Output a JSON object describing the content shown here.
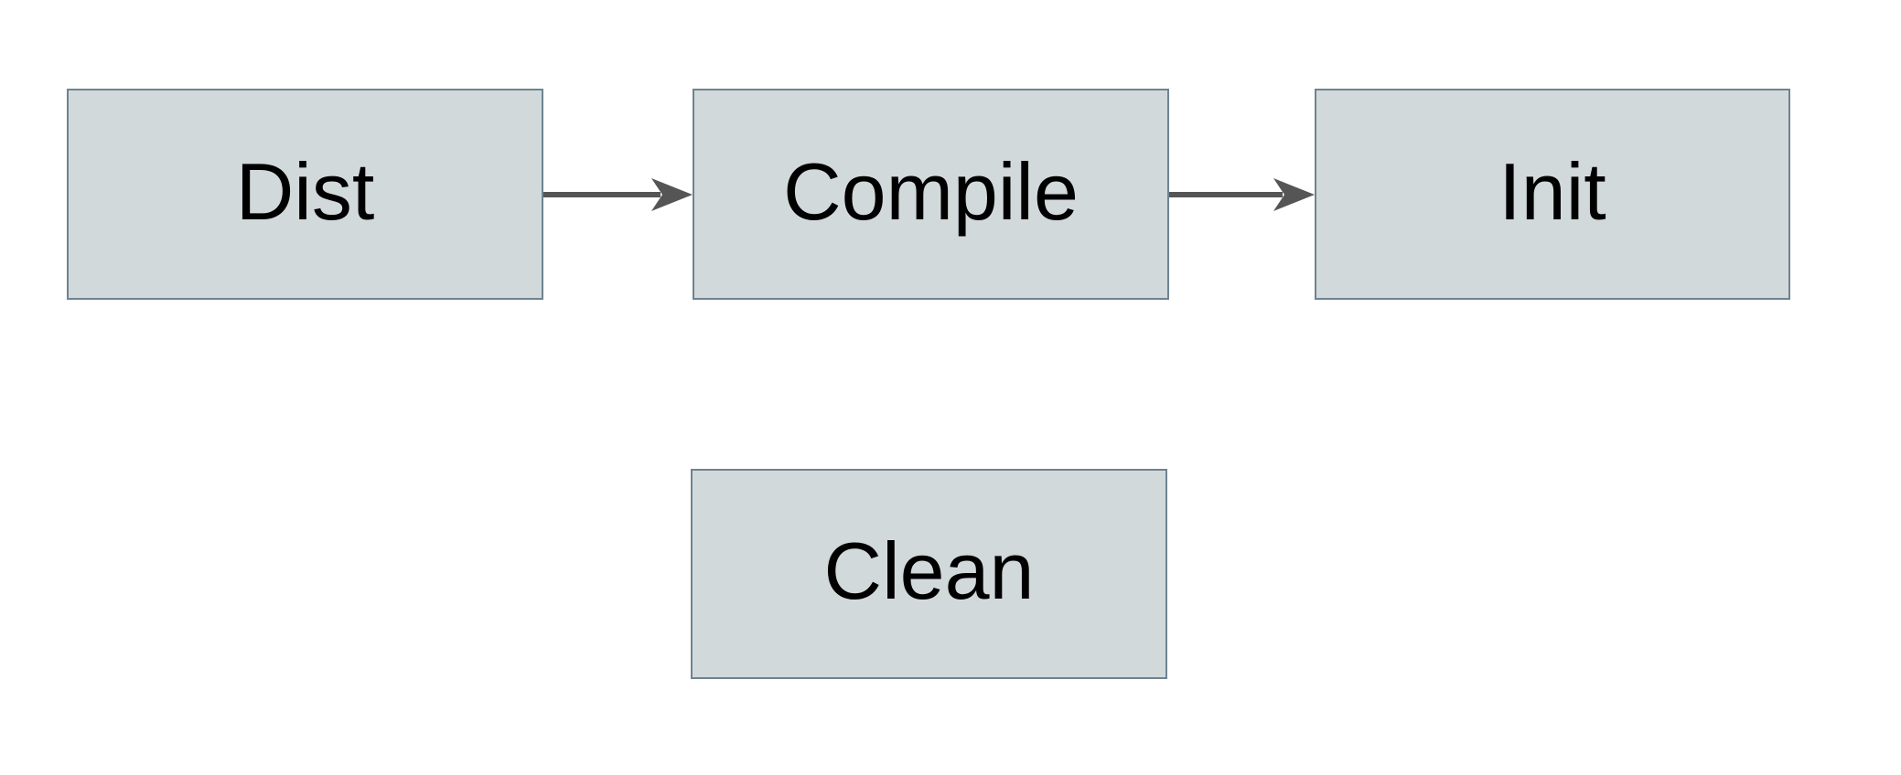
{
  "diagram": {
    "type": "flowchart",
    "nodes": [
      {
        "id": "dist",
        "label": "Dist"
      },
      {
        "id": "compile",
        "label": "Compile"
      },
      {
        "id": "init",
        "label": "Init"
      },
      {
        "id": "clean",
        "label": "Clean"
      }
    ],
    "edges": [
      {
        "from": "dist",
        "to": "compile",
        "direction": "right"
      },
      {
        "from": "compile",
        "to": "init",
        "direction": "right"
      }
    ],
    "colors": {
      "canvas_bg": "#ffffff",
      "node_fill": "#d2d9db",
      "node_border": "#6e8391",
      "arrow_color": "#555555",
      "text_color": "#000000"
    }
  }
}
